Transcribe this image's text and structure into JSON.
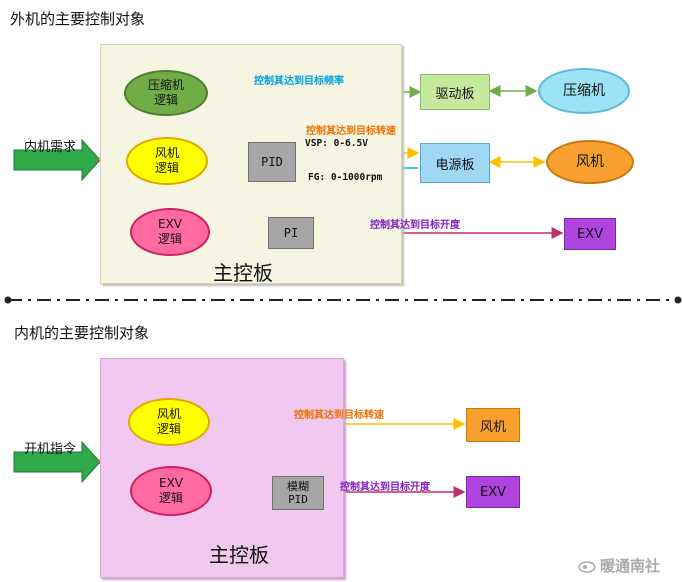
{
  "outdoor": {
    "title": "外机的主要控制对象",
    "board_label": "主控板",
    "input_label": "内机需求",
    "compressor_logic": [
      "压缩机",
      "逻辑"
    ],
    "fan_logic": [
      "风机",
      "逻辑"
    ],
    "exv_logic": [
      "EXV",
      "逻辑"
    ],
    "pid": "PID",
    "pi": "PI",
    "drive_board": "驱动板",
    "power_board": "电源板",
    "compressor": "压缩机",
    "fan": "风机",
    "exv": "EXV",
    "note_freq": "控制其达到目标频率",
    "note_speed": "控制其达到目标转速",
    "note_opening": "控制其达到目标开度",
    "vsp": "VSP: 0-6.5V",
    "fg": "FG: 0-1000rpm"
  },
  "indoor": {
    "title": "内机的主要控制对象",
    "board_label": "主控板",
    "input_label": "开机指令",
    "fan_logic": [
      "风机",
      "逻辑"
    ],
    "exv_logic": [
      "EXV",
      "逻辑"
    ],
    "fuzzy_pid": [
      "模糊",
      "PID"
    ],
    "fan": "风机",
    "exv": "EXV",
    "note_speed": "控制其达到目标转速",
    "note_opening": "控制其达到目标开度"
  },
  "watermark": "暖通南社",
  "colors": {
    "green": "#70ad47",
    "yellow": "#ffc000",
    "red": "#e8355c",
    "purple": "#9b30c8",
    "orange": "#f0a030",
    "cyan": "#00b0f0"
  }
}
